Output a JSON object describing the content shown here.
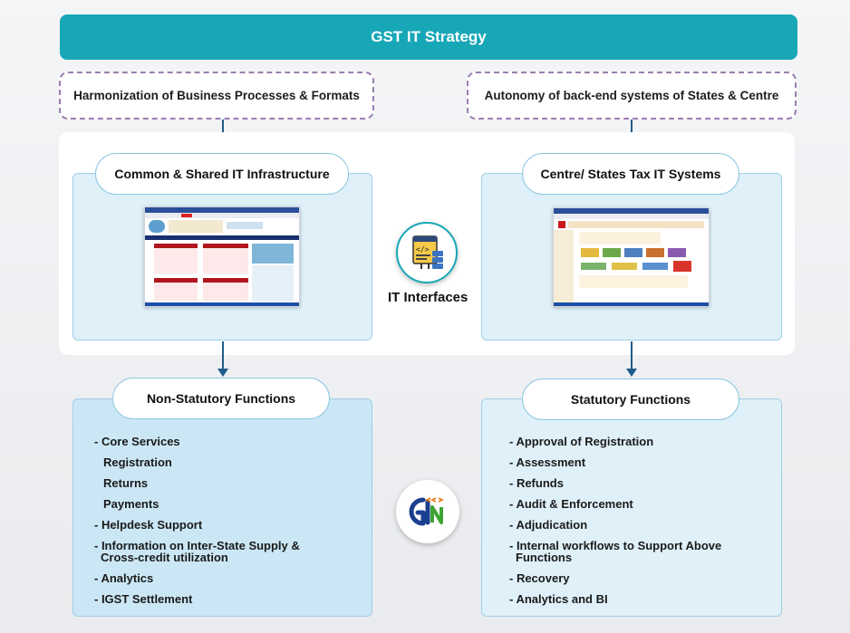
{
  "title": "GST IT Strategy",
  "principles": {
    "left": "Harmonization of Business Processes & Formats",
    "right": "Autonomy of back-end systems of States & Centre"
  },
  "infrastructure": {
    "left": "Common & Shared IT Infrastructure",
    "right": "Centre/ States Tax IT Systems",
    "center_label": "IT Interfaces"
  },
  "functions": {
    "non_statutory": {
      "title": "Non-Statutory Functions",
      "items": [
        "- Core Services",
        "Registration",
        "Returns",
        "Payments",
        "- Helpdesk Support",
        "- Information on Inter-State Supply &",
        "Cross-credit utilization",
        "- Analytics",
        "- IGST Settlement"
      ]
    },
    "statutory": {
      "title": "Statutory Functions",
      "items": [
        "- Approval of Registration",
        "- Assessment",
        "- Refunds",
        "- Audit & Enforcement",
        "- Adjudication",
        "- Internal workflows to Support Above",
        "Functions",
        "- Recovery",
        "- Analytics and BI"
      ]
    }
  },
  "logo": {
    "icon": "gstn-logo-icon"
  },
  "colors": {
    "title_bar": "#17a7b7",
    "arrow": "#1f5c8c",
    "dashed_border": "#9a7fb0",
    "box_light": "#dff0f9",
    "box_mid": "#cbe7f5"
  }
}
